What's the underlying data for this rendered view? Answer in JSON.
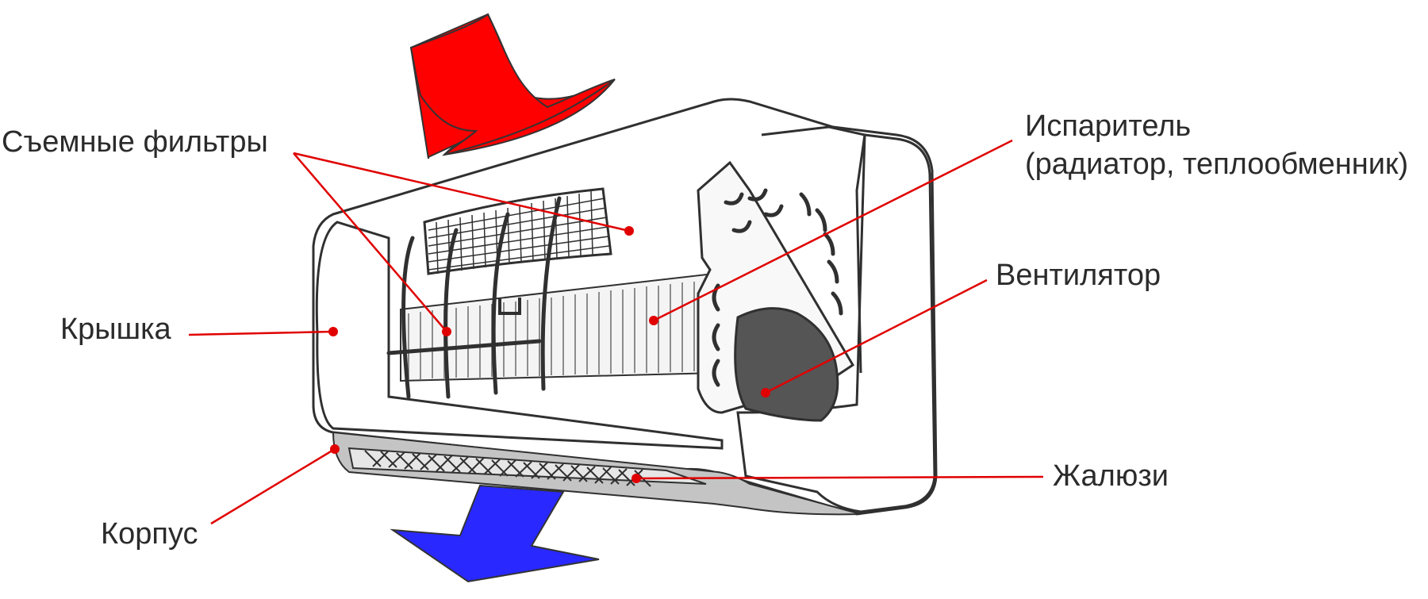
{
  "diagram": {
    "labels": {
      "filters": "Съемные фильтры",
      "evaporator_line1": "Испаритель",
      "evaporator_line2": "(радиатор, теплообменник)",
      "fan": "Вентилятор",
      "cover": "Крышка",
      "louvers": "Жалюзи",
      "housing": "Корпус"
    },
    "colors": {
      "leader": "#e00000",
      "inflow_arrow": "#ff0000",
      "outflow_arrow": "#2828ff",
      "outline": "#303030",
      "fan": "#555555",
      "shadow": "#bdbdbd"
    }
  }
}
